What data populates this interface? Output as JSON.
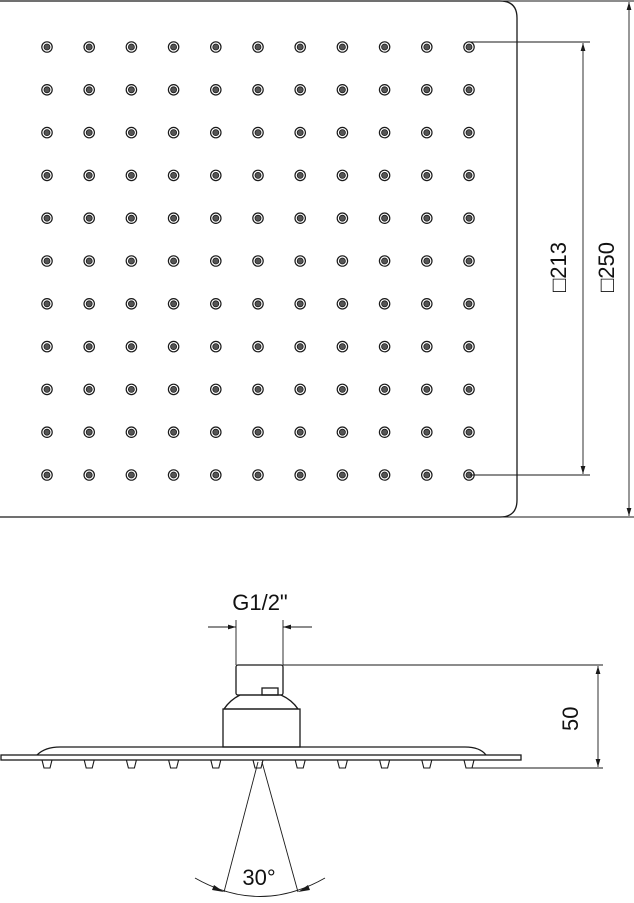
{
  "top_view": {
    "nozzle_rows": 11,
    "nozzle_cols": 11,
    "dim_inner_label": "□213",
    "dim_outer_label": "□250"
  },
  "side_view": {
    "thread_label": "G1/2\"",
    "height_label": "50",
    "angle_label": "30°",
    "nozzle_count": 11
  },
  "colors": {
    "line": "#1a1a1a",
    "background": "#ffffff"
  }
}
